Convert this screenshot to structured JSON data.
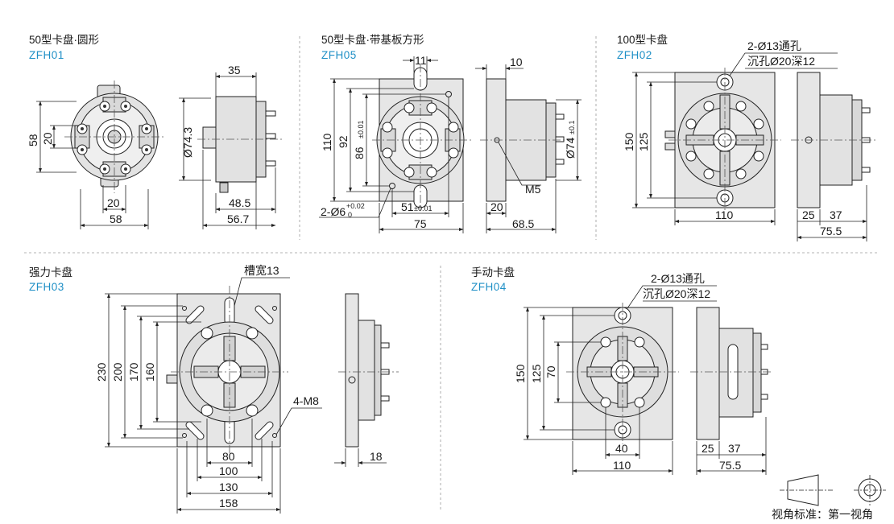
{
  "colors": {
    "code": "#1e8fc6",
    "line": "#222222",
    "body_fill": "#e2e2e2",
    "plate_fill": "#e6e6e6",
    "center_line": "#555555"
  },
  "sections": [
    {
      "title": "50型卡盘·圆形",
      "code": "ZFH01",
      "dims": {
        "w58": "58",
        "w20": "20",
        "h58": "58",
        "h20": "20",
        "d35": "35",
        "dia": "Ø74.3",
        "s485": "48.5",
        "s567": "56.7"
      }
    },
    {
      "title": "50型卡盘·带基板方形",
      "code": "ZFH05",
      "dims": {
        "w11": "11",
        "h110": "110",
        "h92": "92",
        "h86": "86",
        "h86tol": "±0.01",
        "w51": "51",
        "w51tol": "±0.01",
        "w75": "75",
        "hole": "2-Ø6",
        "hole_up": "+0.02",
        "hole_lo": "0",
        "d10": "10",
        "dia": "Ø74",
        "dia_tol": "±0.1",
        "thread": "M5",
        "s20": "20",
        "s685": "68.5"
      }
    },
    {
      "title": "100型卡盘",
      "code": "ZFH02",
      "dims": {
        "hole1": "2-Ø13通孔",
        "hole2": "沉孔Ø20深12",
        "h150": "150",
        "h125": "125",
        "w110": "110",
        "s25": "25",
        "s37": "37",
        "s755": "75.5"
      }
    },
    {
      "title": "强力卡盘",
      "code": "ZFH03",
      "dims": {
        "slot": "槽宽13",
        "h230": "230",
        "h200": "200",
        "h170": "170",
        "h160": "160",
        "thread": "4-M8",
        "w80": "80",
        "w100": "100",
        "w130": "130",
        "w158": "158",
        "s18": "18"
      }
    },
    {
      "title": "手动卡盘",
      "code": "ZFH04",
      "dims": {
        "hole1": "2-Ø13通孔",
        "hole2": "沉孔Ø20深12",
        "h150": "150",
        "h125": "125",
        "h70": "70",
        "w40": "40",
        "w110": "110",
        "s25": "25",
        "s37": "37",
        "s755": "75.5"
      }
    }
  ],
  "projection": {
    "label": "视角标准：第一视角"
  }
}
